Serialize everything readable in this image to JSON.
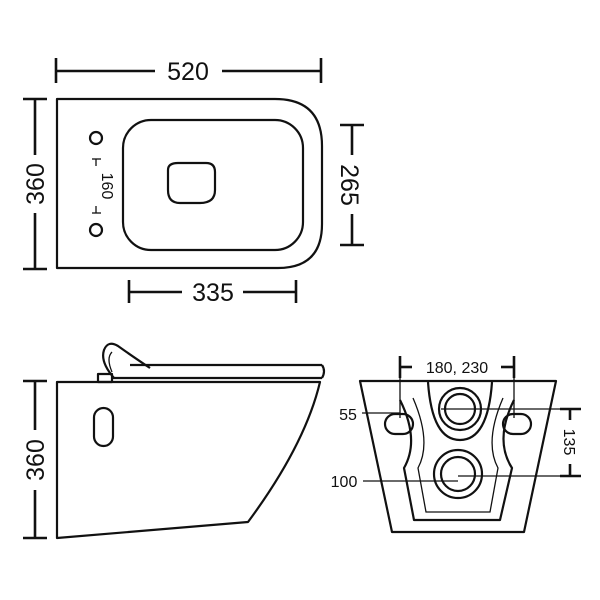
{
  "top_view": {
    "overall_length": "520",
    "overall_width": "360",
    "bowl_width": "265",
    "bowl_length": "335",
    "fixing_spacing": "160"
  },
  "side_view": {
    "height": "360"
  },
  "rear_view": {
    "bolt_spacing": "180, 230",
    "bolt_hole": "55",
    "outlet_height": "135",
    "outlet_diameter": "100"
  }
}
